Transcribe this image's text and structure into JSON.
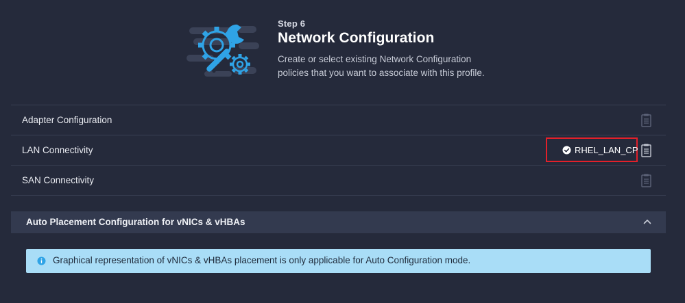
{
  "header": {
    "step": "Step 6",
    "title": "Network Configuration",
    "description": "Create or select existing Network Configuration policies that you want to associate with this profile."
  },
  "rows": [
    {
      "label": "Adapter Configuration",
      "icon": "document-icon"
    },
    {
      "label": "LAN Connectivity",
      "icon": "document-icon",
      "selected_policy": "RHEL_LAN_CP",
      "status_icon": "check-circle-icon"
    },
    {
      "label": "SAN Connectivity",
      "icon": "document-icon"
    }
  ],
  "auto_placement": {
    "title": "Auto Placement Configuration for vNICs & vHBAs",
    "collapse_icon": "chevron-up-icon",
    "info_icon": "info-icon",
    "info_text": "Graphical representation of vNICs & vHBAs placement is only applicable for Auto Configuration mode."
  },
  "colors": {
    "background": "#252a3b",
    "panel_header": "#333a4f",
    "accent_blue": "#2fa3e6",
    "highlight_red": "#e3202a",
    "info_banner": "#a9ddf7"
  }
}
